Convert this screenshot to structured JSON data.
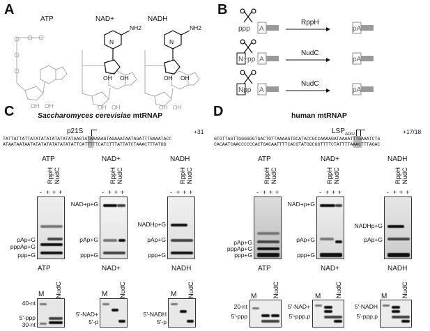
{
  "panels": {
    "a": "A",
    "b": "B",
    "c": "C",
    "d": "D"
  },
  "panel_a": {
    "labels": [
      "ATP",
      "NAD+",
      "NADH"
    ],
    "atoms": {
      "o": "O",
      "p": "P",
      "oh": "OH",
      "nh2": "NH2",
      "n": "N"
    }
  },
  "panel_b": {
    "rows": [
      {
        "left_cap": "ppp",
        "base": "A",
        "enzyme": "RppH",
        "product": "pA"
      },
      {
        "left_cap": "N+pp",
        "base": "A",
        "enzyme": "NudC",
        "product": "pA"
      },
      {
        "left_cap": "Npp",
        "base": "A",
        "enzyme": "NudC",
        "product": "pA"
      }
    ]
  },
  "panel_c": {
    "title_italic": "Saccharomyces cerevisiae",
    "title_rest": " mtRNAP",
    "promoter": "p21S",
    "plus": "+31",
    "seq_top": "TATTATTATTATATATATATATATATAAGTATAAAAAGTAGAAATAATAGATTTGAAATACC",
    "seq_bottom": "ATAATAATAATATATATATATATATATTCATTTTTCATCTTTATTATCTAAACTTTATGG",
    "gels_top": [
      {
        "title": "ATP",
        "lanes": [
          "-",
          "+",
          "+",
          "+"
        ],
        "cols": [
          "RppH",
          "NudC"
        ],
        "labels": [
          "pAp+G",
          "pppAp+G",
          "ppp+G"
        ]
      },
      {
        "title": "NAD+",
        "lanes": [
          "-",
          "+",
          "+",
          "+"
        ],
        "cols": [
          "RppH",
          "NudC"
        ],
        "labels": [
          "NAD+p+G",
          "pAp+G",
          "ppp+G"
        ]
      },
      {
        "title": "NADH",
        "lanes": [
          "-",
          "+",
          "+",
          "+"
        ],
        "cols": [
          "RppH",
          "NudC"
        ],
        "labels": [
          "NADHp+G",
          "pAp+G",
          "ppp+G"
        ]
      }
    ],
    "gels_bottom": [
      {
        "title": "ATP",
        "m": "M",
        "enz": "NudC",
        "labels": [
          "40-nt",
          "5'-ppp",
          "30-nt"
        ]
      },
      {
        "title": "NAD+",
        "m": "M",
        "enz": "NudC",
        "labels": [
          "5'-NAD+",
          "5'-p"
        ]
      },
      {
        "title": "NADH",
        "m": "M",
        "enz": "NudC",
        "labels": [
          "5'-NADH",
          "5'-p"
        ]
      }
    ]
  },
  "panel_d": {
    "title": "human mtRNAP",
    "promoter": "LSP",
    "promoter_sub": "AGU",
    "plus": "+17/18",
    "seq_top": "GTGTTAGTTGGGGGGTGACTGTTAAAAGTGCATACCGCCAAAAGATAAAATTTGAAATCTG",
    "seq_bottom": "CACAATCAACCCCCCACTGACAATTTTCACGTATGGCGGTTTTCTATTTTAAACTTTAGAC",
    "gels_top": [
      {
        "title": "ATP",
        "lanes": [
          "-",
          "+",
          "+",
          "+"
        ],
        "cols": [
          "RppH",
          "NudC"
        ],
        "labels": [
          "pAp+G",
          "pppAp+G",
          "ppp+G"
        ]
      },
      {
        "title": "NAD+",
        "lanes": [
          "-",
          "+",
          "+",
          "+"
        ],
        "cols": [
          "RppH",
          "NudC"
        ],
        "labels": [
          "NAD+p+G",
          "pAp+G",
          "ppp+G"
        ]
      },
      {
        "title": "NADH",
        "lanes": [
          "-",
          "+",
          "+",
          "+"
        ],
        "cols": [
          "RppH",
          "NudC"
        ],
        "labels": [
          "NADHp+G",
          "pAp+G"
        ]
      }
    ],
    "gels_bottom": [
      {
        "title": "ATP",
        "m": "M",
        "enz": "NudC",
        "labels": [
          "20-nt",
          "5'-ppp"
        ]
      },
      {
        "title": "NAD+",
        "m": "M",
        "enz": "NudC",
        "labels": [
          "5'-NAD+",
          "5'-ppp,p"
        ]
      },
      {
        "title": "NADH",
        "m": "M",
        "enz": "NudC",
        "labels": [
          "5'-NADH",
          "5'-ppp,p"
        ]
      }
    ]
  }
}
